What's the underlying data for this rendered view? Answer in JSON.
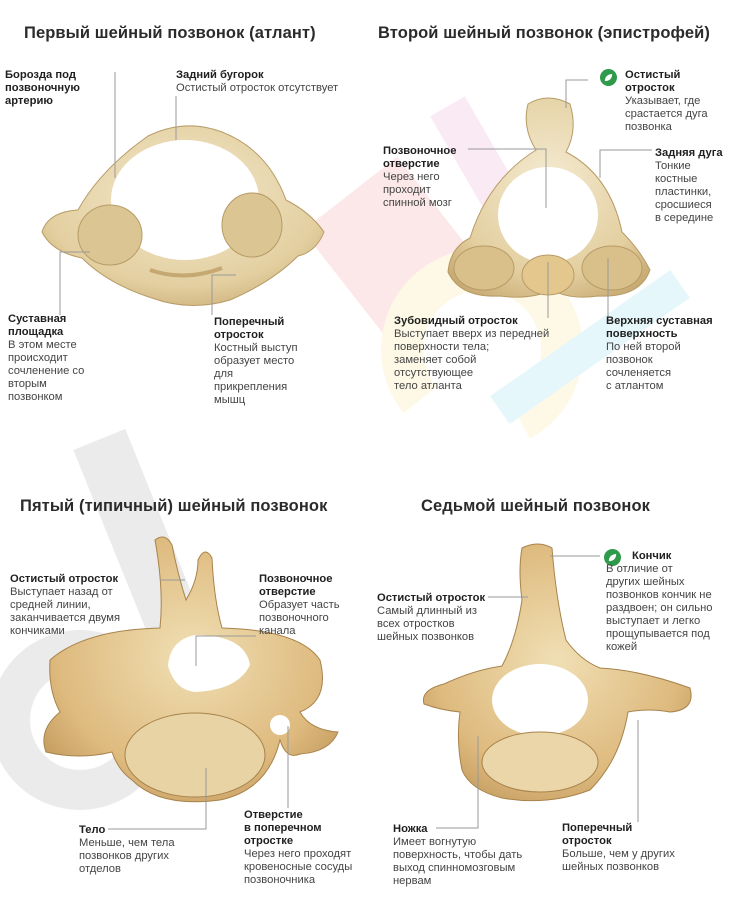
{
  "panels": {
    "atlas": {
      "title": "Первый шейный позвонок (атлант)",
      "labels": {
        "groove": {
          "head": "Борозда под\nпозвоночную\nартерию",
          "desc": ""
        },
        "posterior_tubercle": {
          "head": "Задний бугорок",
          "desc": "Остистый отросток отсутствует"
        },
        "articular_facet": {
          "head": "Суставная\nплощадка",
          "desc": "В этом месте\nпроисходит\nсочленение со\nвторым\nпозвонком"
        },
        "transverse_process": {
          "head": "Поперечный\nотросток",
          "desc": "Костный выступ\nобразует место\nдля\nприкрепления\nмышц"
        }
      }
    },
    "axis": {
      "title": "Второй шейный позвонок (эпистрофей)",
      "labels": {
        "spinous_process": {
          "head": "Остистый\nотросток",
          "desc": "Указывает, где\nсрастается дуга\nпозвонка"
        },
        "vertebral_foramen": {
          "head": "Позвоночное\nотверстие",
          "desc": "Через него\nпроходит\nспинной мозг"
        },
        "posterior_arch": {
          "head": "Задняя дуга",
          "desc": "Тонкие\nкостные\nпластинки,\nсросшиеся\nв середине"
        },
        "dens": {
          "head": "Зубовидный отросток",
          "desc": "Выступает вверх из передней\nповерхности тела;\nзаменяет собой\nотсутствующее\nтело атланта"
        },
        "superior_facet": {
          "head": "Верхняя суставная\nповерхность",
          "desc": "По ней второй\nпозвонок\nсочленяется\nс атлантом"
        }
      }
    },
    "fifth": {
      "title": "Пятый (типичный) шейный позвонок",
      "labels": {
        "spinous_process": {
          "head": "Остистый отросток",
          "desc": "Выступает назад от\nсредней линии,\nзаканчивается двумя\nкончиками"
        },
        "vertebral_foramen": {
          "head": "Позвоночное\nотверстие",
          "desc": "Образует часть\nпозвоночного\nканала"
        },
        "body": {
          "head": "Тело",
          "desc": "Меньше, чем тела\nпозвонков других\nотделов"
        },
        "transverse_foramen": {
          "head": "Отверстие\nв поперечном\nотростке",
          "desc": "Через него проходят\nкровеносные сосуды\nпозвоночника"
        }
      }
    },
    "seventh": {
      "title": "Седьмой шейный позвонок",
      "labels": {
        "tip": {
          "head": "Кончик",
          "desc": "В отличие от\nдругих шейных\nпозвонков кончик не\nраздвоен; он сильно\nвыступает и легко\nпрощупывается под\nкожей"
        },
        "spinous_process": {
          "head": "Остистый отросток",
          "desc": "Самый длинный из\nвсех отростков\nшейных позвонков"
        },
        "pedicle": {
          "head": "Ножка",
          "desc": "Имеет вогнутую\nповерхность, чтобы дать\nвыход спинномозговым\nнервам"
        },
        "transverse_process": {
          "head": "Поперечный\nотросток",
          "desc": "Больше, чем у других\nшейных позвонков"
        }
      }
    }
  },
  "icons": {
    "tip_marker": "leaf-icon"
  },
  "colors": {
    "bone_light": "#efe2c0",
    "bone_mid": "#dcc38f",
    "bone_dark": "#b8965a",
    "leader": "#9a9a9a",
    "icon_green": "#2f9a4c"
  }
}
